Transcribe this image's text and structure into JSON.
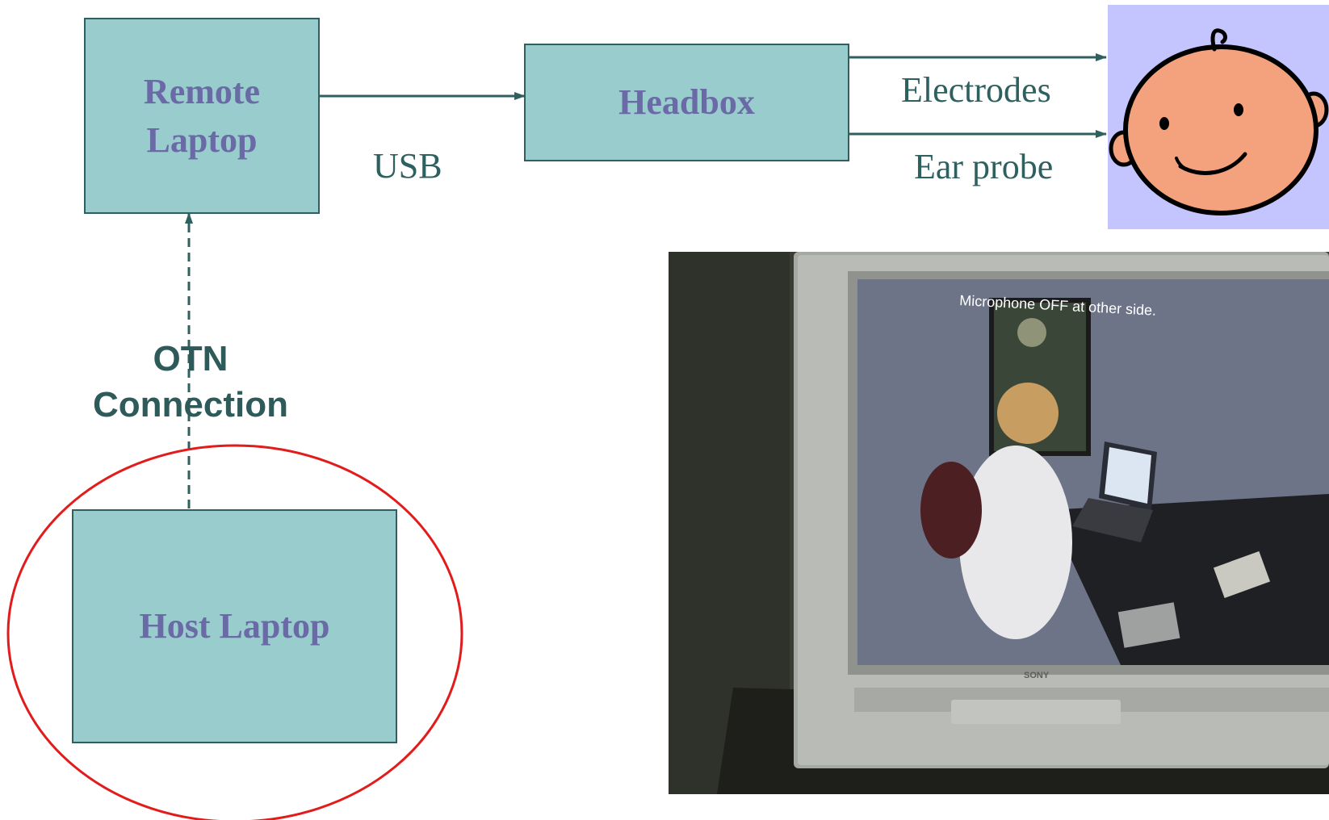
{
  "diagram": {
    "nodes": {
      "remote_laptop": "Remote\nLaptop",
      "headbox": "Headbox",
      "host_laptop": "Host Laptop"
    },
    "edge_labels": {
      "usb": "USB",
      "electrodes": "Electrodes",
      "ear_probe": "Ear probe",
      "otn_connection": "OTN\nConnection"
    }
  },
  "photo": {
    "screen_caption": "Microphone OFF at other side."
  },
  "colors": {
    "box_fill": "#99cccc",
    "box_border": "#2e6060",
    "box_text": "#6a6aa6",
    "arrow": "#2e6060",
    "ellipse": "#e21b1b",
    "baby_bg": "#c4c4ff",
    "baby_face": "#f4a27e"
  }
}
